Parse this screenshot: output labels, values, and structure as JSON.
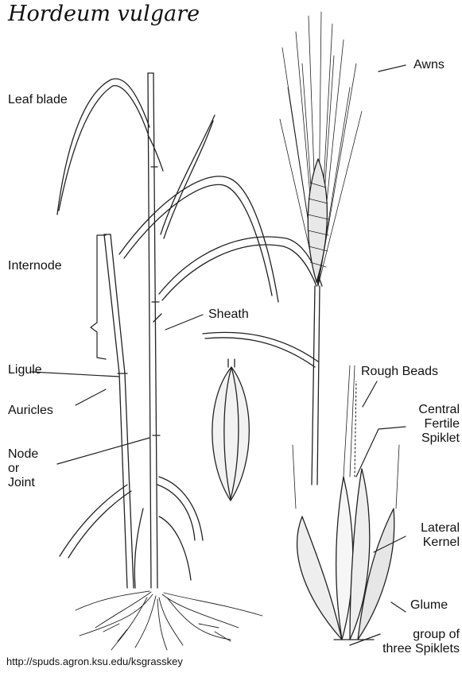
{
  "title": "Hordeum vulgare",
  "labels": {
    "leaf_blade": "Leaf blade",
    "internode": "Internode",
    "ligule": "Ligule",
    "auricles": "Auricles",
    "node_or_joint": "Node\nor\nJoint",
    "sheath": "Sheath",
    "awns": "Awns",
    "rough_beads": "Rough Beads",
    "central_fertile_spiklet": "Central\nFertile\nSpiklet",
    "lateral_kernel": "Lateral\nKernel",
    "glume": "Glume",
    "group_of_three_spiklets": "group of\nthree Spiklets"
  },
  "source_url": "http://spuds.agron.ksu.edu/ksgrasskey"
}
